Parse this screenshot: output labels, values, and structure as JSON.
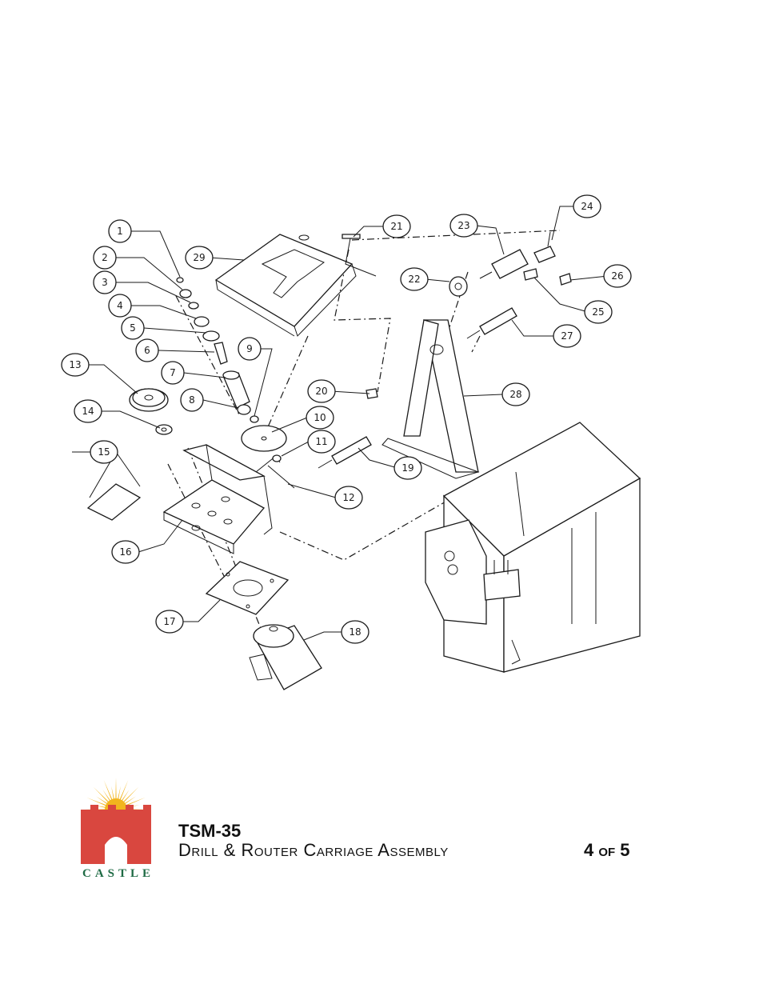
{
  "diagram": {
    "callouts": [
      "1",
      "2",
      "3",
      "4",
      "5",
      "6",
      "7",
      "8",
      "9",
      "10",
      "11",
      "12",
      "13",
      "14",
      "15",
      "16",
      "17",
      "18",
      "19",
      "20",
      "21",
      "22",
      "23",
      "24",
      "25",
      "26",
      "27",
      "28",
      "29"
    ]
  },
  "footer": {
    "logo_text": "CASTLE",
    "model": "TSM-35",
    "title": "Drill & Router Carriage Assembly",
    "page_indicator": "4 of 5",
    "colors": {
      "sun": "#f2b51e",
      "tower": "#d9473f",
      "logo_text": "#1f6b45"
    }
  }
}
